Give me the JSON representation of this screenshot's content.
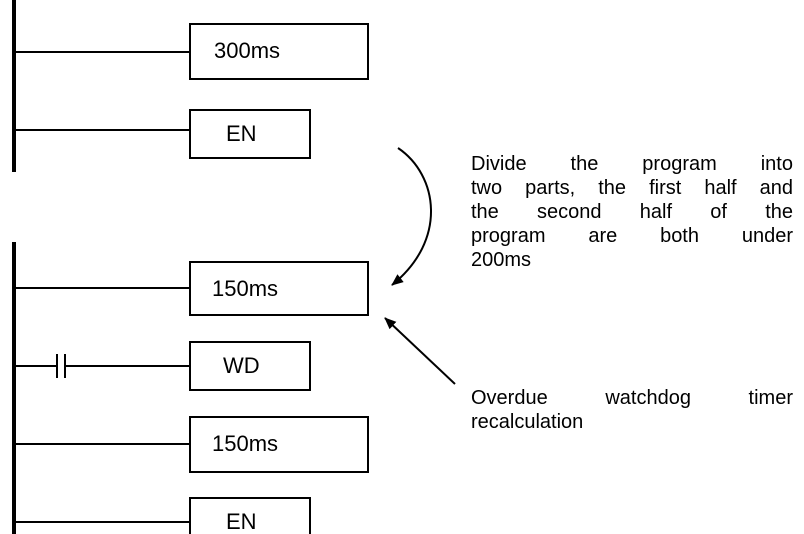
{
  "upper_program": {
    "blocks": [
      {
        "label": "300ms"
      },
      {
        "label": "EN"
      }
    ]
  },
  "lower_program": {
    "blocks": [
      {
        "label": "150ms"
      },
      {
        "label": "WD"
      },
      {
        "label": "150ms"
      },
      {
        "label": "EN"
      }
    ]
  },
  "annotations": {
    "split_note_lines": [
      "Divide the program into",
      "two parts, the first half and",
      "the second half of the",
      "program are both under",
      "200ms"
    ],
    "watchdog_note_lines": [
      "Overdue watchdog timer",
      "recalculation"
    ]
  }
}
